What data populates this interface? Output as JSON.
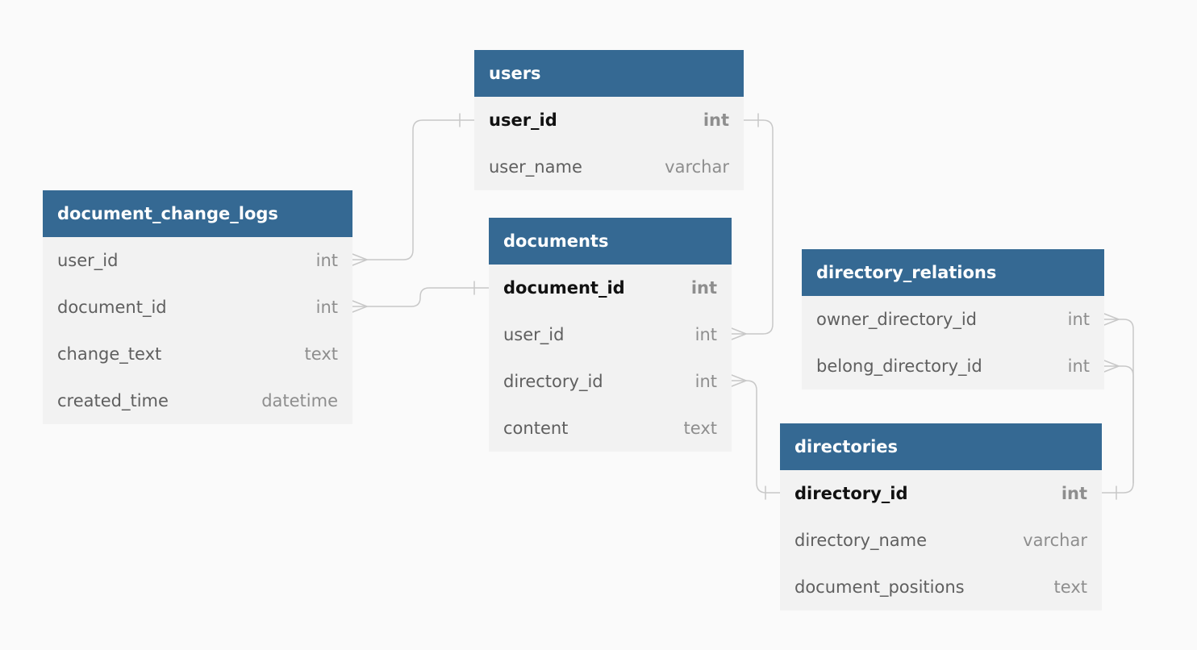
{
  "tables": {
    "users": {
      "name": "users",
      "columns": [
        {
          "name": "user_id",
          "type": "int",
          "primary_key": true
        },
        {
          "name": "user_name",
          "type": "varchar",
          "primary_key": false
        }
      ]
    },
    "document_change_logs": {
      "name": "document_change_logs",
      "columns": [
        {
          "name": "user_id",
          "type": "int",
          "primary_key": false
        },
        {
          "name": "document_id",
          "type": "int",
          "primary_key": false
        },
        {
          "name": "change_text",
          "type": "text",
          "primary_key": false
        },
        {
          "name": "created_time",
          "type": "datetime",
          "primary_key": false
        }
      ]
    },
    "documents": {
      "name": "documents",
      "columns": [
        {
          "name": "document_id",
          "type": "int",
          "primary_key": true
        },
        {
          "name": "user_id",
          "type": "int",
          "primary_key": false
        },
        {
          "name": "directory_id",
          "type": "int",
          "primary_key": false
        },
        {
          "name": "content",
          "type": "text",
          "primary_key": false
        }
      ]
    },
    "directory_relations": {
      "name": "directory_relations",
      "columns": [
        {
          "name": "owner_directory_id",
          "type": "int",
          "primary_key": false
        },
        {
          "name": "belong_directory_id",
          "type": "int",
          "primary_key": false
        }
      ]
    },
    "directories": {
      "name": "directories",
      "columns": [
        {
          "name": "directory_id",
          "type": "int",
          "primary_key": true
        },
        {
          "name": "directory_name",
          "type": "varchar",
          "primary_key": false
        },
        {
          "name": "document_positions",
          "type": "text",
          "primary_key": false
        }
      ]
    }
  },
  "relationships": [
    {
      "from": "document_change_logs.user_id",
      "to": "users.user_id",
      "from_end": "many",
      "to_end": "one"
    },
    {
      "from": "document_change_logs.document_id",
      "to": "documents.document_id",
      "from_end": "many",
      "to_end": "one"
    },
    {
      "from": "documents.user_id",
      "to": "users.user_id",
      "from_end": "many",
      "to_end": "one"
    },
    {
      "from": "documents.directory_id",
      "to": "directories.directory_id",
      "from_end": "many",
      "to_end": "one"
    },
    {
      "from": "directory_relations.owner_directory_id",
      "to": "directories.directory_id",
      "from_end": "many",
      "to_end": "one"
    },
    {
      "from": "directory_relations.belong_directory_id",
      "to": "directories.directory_id",
      "from_end": "many",
      "to_end": "one"
    }
  ],
  "colors": {
    "header_bg": "#356993",
    "header_text": "#ffffff",
    "row_bg": "#f2f2f2",
    "pk_text": "#111111",
    "column_text": "#5f5f5f",
    "type_text": "#8e8e8e",
    "connector": "#c8c8c8",
    "canvas_bg": "#fafafa"
  }
}
